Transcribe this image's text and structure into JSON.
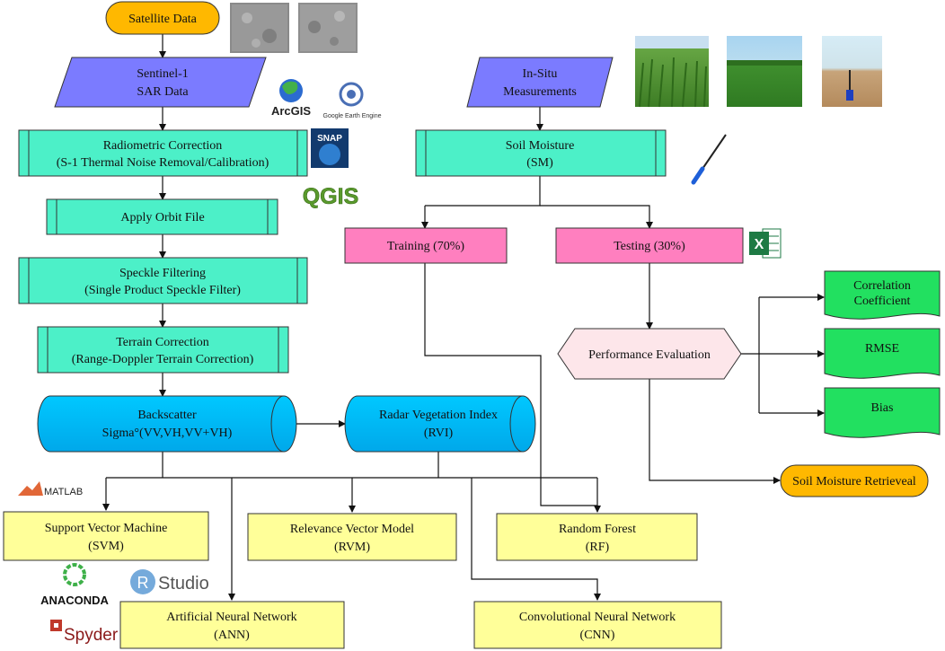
{
  "nodes": {
    "satellite_data": "Satellite Data",
    "sentinel1": [
      "Sentinel-1",
      "SAR Data"
    ],
    "in_situ": [
      "In-Situ",
      "Measurements"
    ],
    "radiometric": [
      "Radiometric Correction",
      "(S-1 Thermal Noise Removal/Calibration)"
    ],
    "soil_moisture": [
      "Soil Moisture",
      "(SM)"
    ],
    "orbit": "Apply Orbit File",
    "training": "Training (70%)",
    "testing": "Testing (30%)",
    "speckle": [
      "Speckle Filtering",
      "(Single Product Speckle Filter)"
    ],
    "terrain": [
      "Terrain Correction",
      "(Range-Doppler Terrain Correction)"
    ],
    "backscatter": [
      "Backscatter",
      "Sigma°(VV,VH,VV+VH)"
    ],
    "rvi": [
      "Radar Vegetation Index",
      "(RVI)"
    ],
    "performance": "Performance Evaluation",
    "correlation": [
      "Correlation",
      "Coefficient"
    ],
    "rmse": "RMSE",
    "bias": "Bias",
    "retrieval": "Soil Moisture Retrieveal",
    "svm": [
      "Support Vector Machine",
      "(SVM)"
    ],
    "rvm": [
      "Relevance Vector Model",
      "(RVM)"
    ],
    "rf": [
      "Random Forest",
      "(RF)"
    ],
    "ann": [
      "Artificial Neural Network",
      "(ANN)"
    ],
    "cnn": [
      "Convolutional Neural Network",
      "(CNN)"
    ]
  },
  "logos": {
    "arcgis": "ArcGIS",
    "gee": "Google Earth Engine",
    "snap": "SNAP",
    "qgis": "QGIS",
    "matlab": "MATLAB",
    "anaconda": "ANACONDA",
    "rstudio_r": "R",
    "rstudio": "Studio",
    "spyder": "Spyder",
    "excel": "X"
  },
  "colors": {
    "process": "#4cf0c8",
    "training": "#ff7fbf",
    "data": "#7b7bff",
    "cylinder": "#00b8f5",
    "model": "#ffff99",
    "terminal": "#ffb800",
    "output": "#22e060",
    "evaluation": "#fde6ea"
  }
}
